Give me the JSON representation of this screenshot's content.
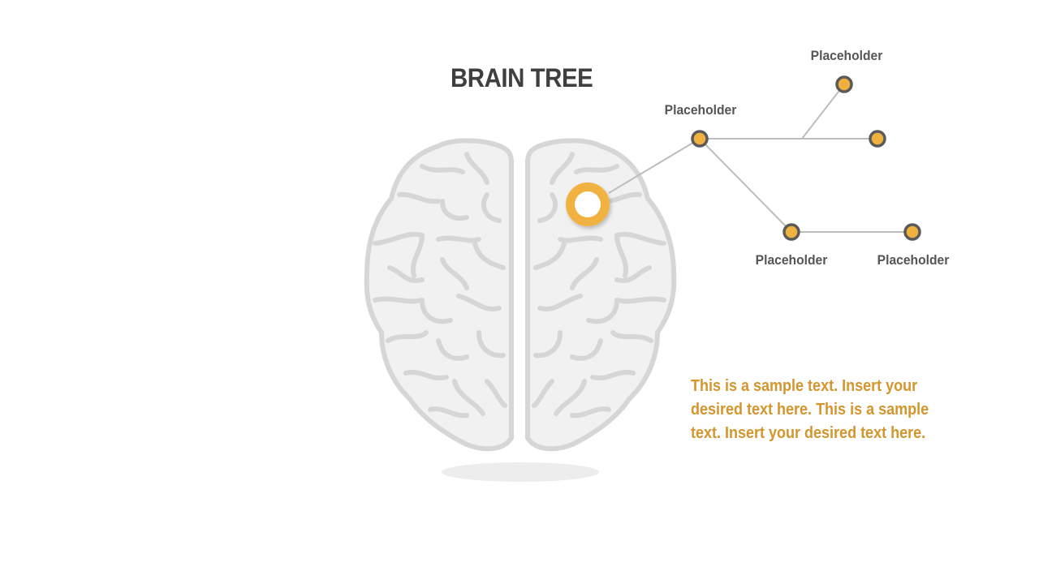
{
  "slide": {
    "title": "BRAIN TREE",
    "body_text": "This is a sample text. Insert your desired text here. This is a sample text. Insert your desired text here."
  },
  "tree": {
    "labels": {
      "upper_left": "Placeholder",
      "top_right": "Placeholder",
      "lower_left": "Placeholder",
      "lower_right": "Placeholder"
    }
  },
  "colors": {
    "accent": "#F0B23F",
    "text_accent": "#D4952C",
    "node_ring": "#5a5a5a",
    "line": "#bdbdbd",
    "brain_fill": "#f1f1f1",
    "brain_stroke": "#d6d6d6",
    "title": "#3f3f3f"
  }
}
